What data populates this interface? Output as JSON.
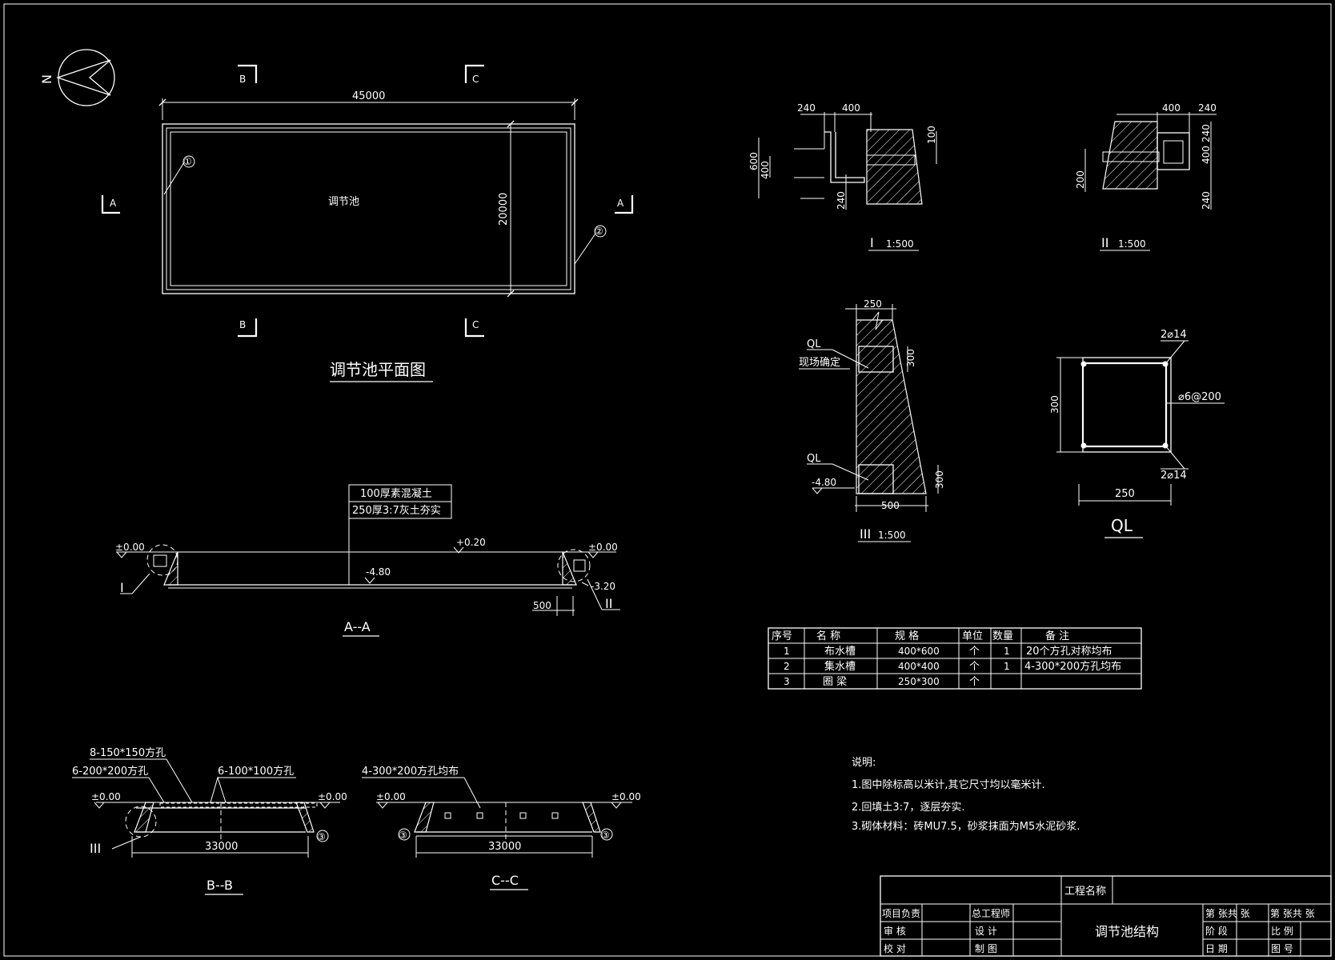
{
  "north": "N",
  "plan": {
    "title": "调节池平面图",
    "name": "调节池",
    "dim_length": "45000",
    "dim_width": "20000",
    "marker_1": "①",
    "marker_2": "②",
    "cut_a": "A",
    "cut_b": "B",
    "cut_c": "C"
  },
  "section_aa": {
    "title": "A--A",
    "note_1": "100厚素混凝土",
    "note_2": "250厚3:7灰土夯实",
    "level_zero": "±0.00",
    "level_top": "+0.20",
    "level_bottom": "-4.80",
    "level_side": "-3.20",
    "dim_500": "500",
    "detail_1": "I",
    "detail_2": "II"
  },
  "section_bb": {
    "title": "B--B",
    "hole_a": "8-150*150方孔",
    "hole_b": "6-200*200方孔",
    "hole_c": "6-100*100方孔",
    "level": "±0.00",
    "dim": "33000",
    "detail": "III",
    "marker": "③"
  },
  "section_cc": {
    "title": "C--C",
    "hole": "4-300*200方孔均布",
    "level": "±0.00",
    "dim": "33000",
    "marker": "③"
  },
  "detail_1": {
    "label": "I",
    "scale": "1:500",
    "dims": [
      "240",
      "400",
      "600",
      "400",
      "100",
      "240"
    ]
  },
  "detail_2": {
    "label": "II",
    "scale": "1:500",
    "dims": [
      "400",
      "240",
      "200",
      "400",
      "240",
      "240"
    ]
  },
  "detail_3": {
    "label": "III",
    "scale": "1:500",
    "dim_top": "250",
    "ql_top": "QL",
    "site_note": "现场确定",
    "ql_bottom": "QL",
    "level": "-4.80",
    "dim_300a": "300",
    "dim_300b": "300",
    "dim_bottom": "500"
  },
  "ql_section": {
    "title": "QL",
    "rebar_top": "2⌀14",
    "rebar_bottom": "2⌀14",
    "stirrup": "⌀6@200",
    "dim_h": "300",
    "dim_w": "250"
  },
  "table": {
    "headers": [
      "序号",
      "名    称",
      "规    格",
      "单位",
      "数量",
      "备      注"
    ],
    "rows": [
      [
        "1",
        "布水槽",
        "400*600",
        "个",
        "1",
        "20个方孔对称均布"
      ],
      [
        "2",
        "集水槽",
        "400*400",
        "个",
        "1",
        "4-300*200方孔均布"
      ],
      [
        "3",
        "圈  梁",
        "250*300",
        "个",
        "",
        ""
      ]
    ]
  },
  "notes": {
    "heading": "说明:",
    "items": [
      "1.图中除标高以米计,其它尺寸均以毫米计.",
      "2.回填土3:7，逐层夯实.",
      "3.砌体材料：砖MU7.5，砂浆抹面为M5水泥砂浆."
    ]
  },
  "title_block": {
    "project_label": "工程名称",
    "drawing_title": "调节池结构",
    "project_lead": "项目负责",
    "chief_engineer": "总工程师",
    "review": "审  核",
    "design": "设  计",
    "check": "校  对",
    "draft": "制  图",
    "sheet_a": "第  张共  张",
    "sheet_b": "第  张共  张",
    "stage": "阶  段",
    "ratio": "比  例",
    "date": "日  期",
    "drawing_no": "图  号"
  }
}
